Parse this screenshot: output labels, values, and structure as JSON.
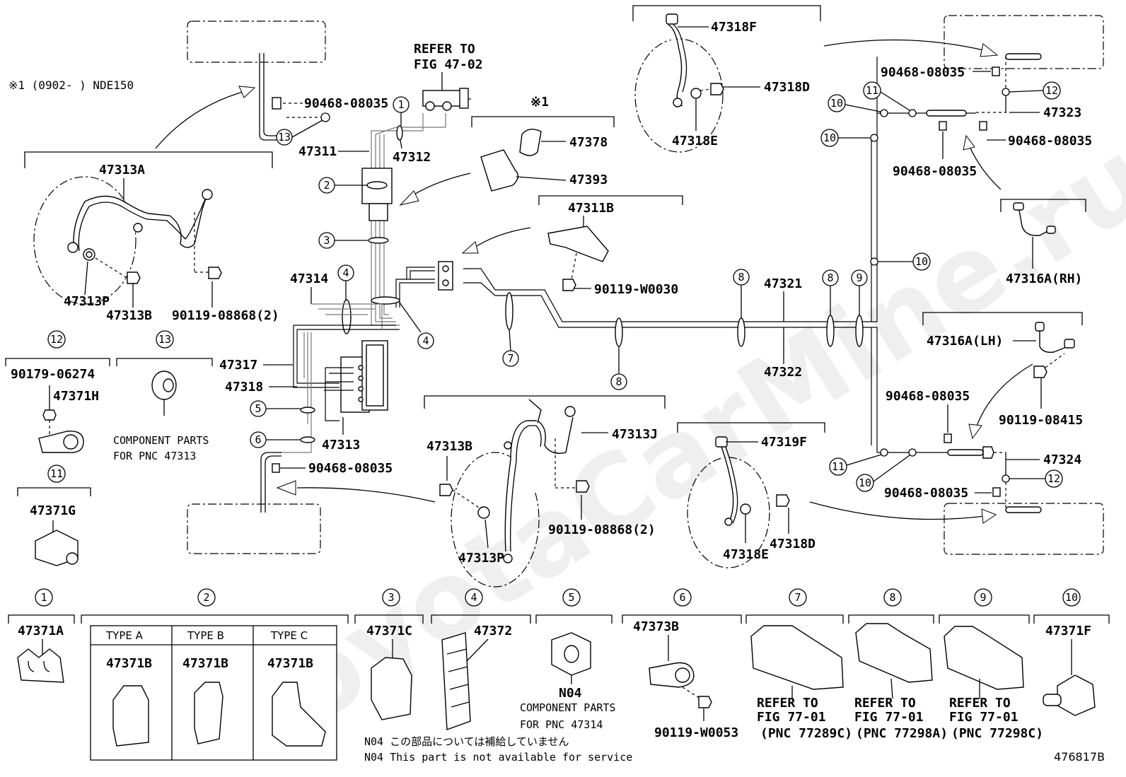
{
  "diagram_id": "476817B",
  "watermark": "ToyotaCarMine.ru",
  "note_model": "※1 (0902-      ) NDE150",
  "asterisk_ref": "※1",
  "refer_top": [
    "REFER TO",
    "FIG 47-02"
  ],
  "callout_numbers": [
    "1",
    "2",
    "3",
    "4",
    "5",
    "6",
    "7",
    "8",
    "9",
    "10",
    "11",
    "12",
    "13"
  ],
  "labels": {
    "p47313A": "47313A",
    "p47313P": "47313P",
    "p47313B": "47313B",
    "p90119_08868": "90119-08868(2)",
    "p90468_08035": "90468-08035",
    "p47311": "47311",
    "p47312": "47312",
    "p47378": "47378",
    "p47393": "47393",
    "p47311B": "47311B",
    "p90119_W0030": "90119-W0030",
    "p47314": "47314",
    "p47317": "47317",
    "p47318": "47318",
    "p47313": "47313",
    "p47321": "47321",
    "p47322": "47322",
    "p47318F": "47318F",
    "p47318D": "47318D",
    "p47318E": "47318E",
    "p47323": "47323",
    "p47316A_RH": "47316A(RH)",
    "p47316A_LH": "47316A(LH)",
    "p90119_08415": "90119-08415",
    "p47324": "47324",
    "p47319F": "47319F",
    "p47313J": "47313J",
    "p90179_06274": "90179-06274",
    "p47371H": "47371H",
    "p47371G": "47371G",
    "N04": "N04",
    "component_47313": [
      "COMPONENT PARTS",
      "FOR PNC 47313"
    ]
  },
  "bottom": {
    "p1": "47371A",
    "p2_types": [
      {
        "type": "TYPE A",
        "part": "47371B"
      },
      {
        "type": "TYPE B",
        "part": "47371B"
      },
      {
        "type": "TYPE C",
        "part": "47371B"
      }
    ],
    "p3": "47371C",
    "p4": "47372",
    "p5_code": "N04",
    "p5_text": [
      "COMPONENT PARTS",
      "FOR PNC 47314"
    ],
    "p6": "47373B",
    "p6_bolt": "90119-W0053",
    "p7": [
      "REFER TO",
      "FIG 77-01",
      "(PNC 77289C)"
    ],
    "p8": [
      "REFER TO",
      "FIG 77-01",
      "(PNC 77298A)"
    ],
    "p9": [
      "REFER TO",
      "FIG 77-01",
      "(PNC 77298C)"
    ],
    "p10": "47371F",
    "footnote_jp": "N04  この部品については補給していません",
    "footnote_en": "N04  This part is not available for service"
  }
}
